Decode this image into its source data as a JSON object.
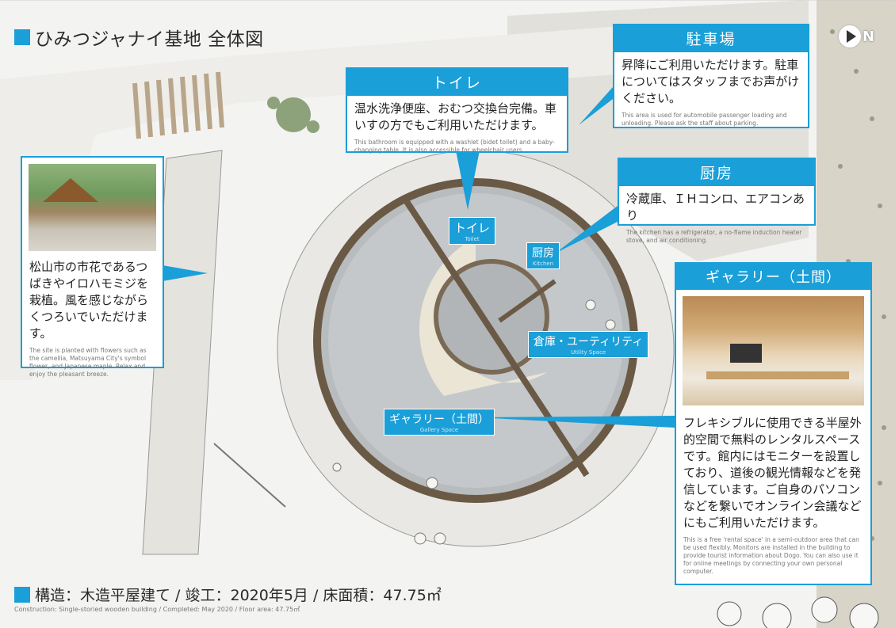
{
  "title": "ひみつジャナイ基地 全体図",
  "compass": {
    "label": "N"
  },
  "accent_color": "#1a9fd8",
  "callouts": {
    "toilet": {
      "heading": "トイレ",
      "jp": "温水洗浄便座、おむつ交換台完備。車いすの方でもご利用いただけます。",
      "en": "This bathroom is equipped with a washlet (bidet toilet) and a baby-changing table. It is also accessible for wheelchair users."
    },
    "parking": {
      "heading": "駐車場",
      "jp": "昇降にご利用いただけます。駐車についてはスタッフまでお声がけください。",
      "en": "This area is used for automobile passenger loading and unloading. Please ask the staff about parking."
    },
    "kitchen": {
      "heading": "厨房",
      "jp": "冷蔵庫、ＩＨコンロ、エアコンあり",
      "en": "The kitchen has a refrigerator, a no-flame induction heater stove, and air conditioning."
    },
    "site": {
      "jp": "松山市の市花であるつばきやイロハモミジを栽植。風を感じながらくつろいでいただけます。",
      "en": "The site is planted with flowers such as the camellia, Matsuyama City's symbol flower, and Japanese maple. Relax and enjoy the pleasant breeze."
    },
    "gallery": {
      "heading": "ギャラリー（土間）",
      "jp": "フレキシブルに使用できる半屋外的空間で無料のレンタルスペースです。館内にはモニターを設置しており、道後の観光情報などを発信しています。ご自身のパソコンなどを繋いでオンライン会議などにもご利用いただけます。",
      "en": "This is a free 'rental space' in a semi-outdoor area that can be used flexibly. Monitors are installed in the building to provide tourist information about Dogo. You can also use it for online meetings by connecting your own personal computer."
    }
  },
  "map_tags": {
    "toilet": {
      "jp": "トイレ",
      "en": "Toilet"
    },
    "kitchen": {
      "jp": "厨房",
      "en": "Kitchen"
    },
    "storage": {
      "jp": "倉庫・ユーティリティ",
      "en": "Utility Space"
    },
    "gallery": {
      "jp": "ギャラリー（土間）",
      "en": "Gallery Space"
    }
  },
  "footer": {
    "jp": "構造：木造平屋建て / 竣工：2020年5月 / 床面積：47.75㎡",
    "en": "Construction: Single-storied wooden building / Completed: May 2020 / Floor area: 47.75㎡"
  }
}
